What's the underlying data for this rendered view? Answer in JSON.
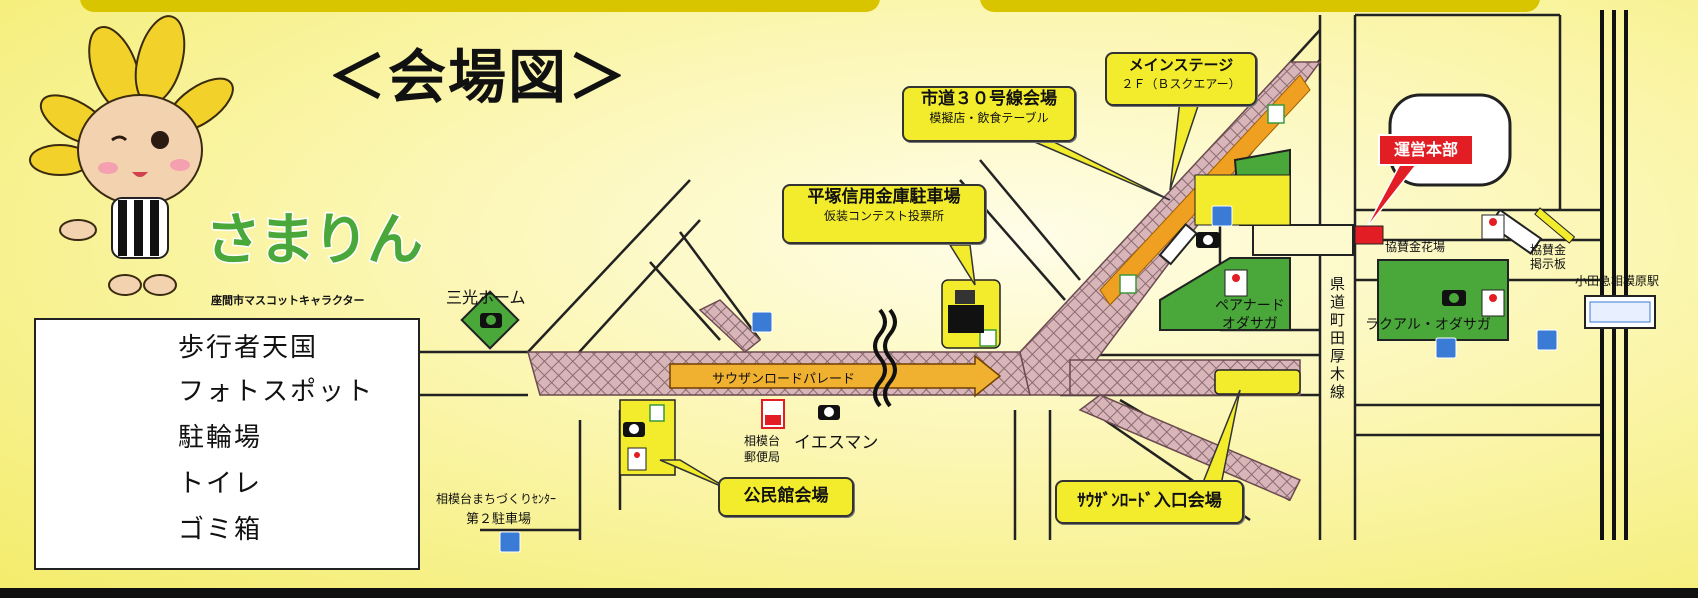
{
  "title": "＜会場図＞",
  "mascot": {
    "name": "さまりん",
    "subtitle": "座間市マスコットキャラクター"
  },
  "legend": [
    {
      "icon": "pedestrian-zone-pattern",
      "label": "歩行者天国"
    },
    {
      "icon": "camera-icon",
      "label": "フォトスポット"
    },
    {
      "icon": "bicycle-parking-icon",
      "label": "駐輪場"
    },
    {
      "icon": "toilet-icon",
      "label": "トイレ"
    },
    {
      "icon": "trash-can-icon",
      "label": "ゴミ箱"
    }
  ],
  "callouts": {
    "main_stage": {
      "title": "メインステージ",
      "sub": "２Ｆ（Ｂスクエアー）"
    },
    "city_road": {
      "title": "市道３０号線会場",
      "sub": "模擬店・飲食テーブル"
    },
    "shinkin": {
      "title": "平塚信用金庫駐車場",
      "sub": "仮装コンテスト投票所"
    },
    "kominkan": {
      "title": "公民館会場"
    },
    "entrance": {
      "title": "ｻｳｻﾞﾝﾛｰﾄﾞ入口会場"
    }
  },
  "hq_label": "運営本部",
  "parade_label": "サウザンロードパレード",
  "places": {
    "sanko_home": "三光ホーム",
    "yesman": "イエスマン",
    "post_office": "相模台\n郵便局",
    "machizukuri": "相模台まちづくりｾﾝﾀｰ",
    "parking2": "第２駐車場",
    "pear_nado": "ペアナード\nオダサガ",
    "la_cual": "ラクアル・オダサガ",
    "kyosan_flowers": "協賛金花場",
    "kyosan_board": "協賛金\n掲示板",
    "station": "小田急相模原駅",
    "prefectural_road": "県道町田厚木線"
  },
  "colors": {
    "hq": "#e21d23",
    "green": "#4aa83a",
    "callout": "#f2ec2c",
    "pedestrian": "#c9a3a8",
    "parade": "#f0b030"
  }
}
